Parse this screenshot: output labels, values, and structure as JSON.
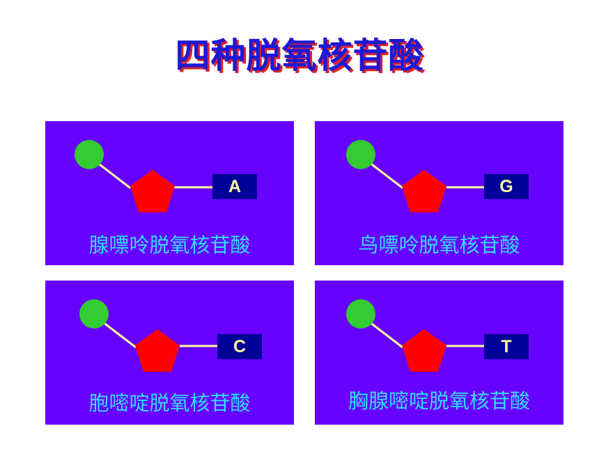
{
  "title": "四种脱氧核苷酸",
  "colors": {
    "panel_bg": "#6600ff",
    "phosphate": "#33cc33",
    "sugar": "#ff0000",
    "base_box": "#000099",
    "base_text": "#ffff99",
    "label": "#33ddff",
    "title": "#1a1ad6",
    "title_shadow": "#e0202a"
  },
  "panels": [
    {
      "base": "A",
      "label": "腺嘌呤脱氧核苷酸"
    },
    {
      "base": "G",
      "label": "鸟嘌呤脱氧核苷酸"
    },
    {
      "base": "C",
      "label": "胞嘧啶脱氧核苷酸"
    },
    {
      "base": "T",
      "label": "胸腺嘧啶脱氧核苷酸"
    }
  ]
}
